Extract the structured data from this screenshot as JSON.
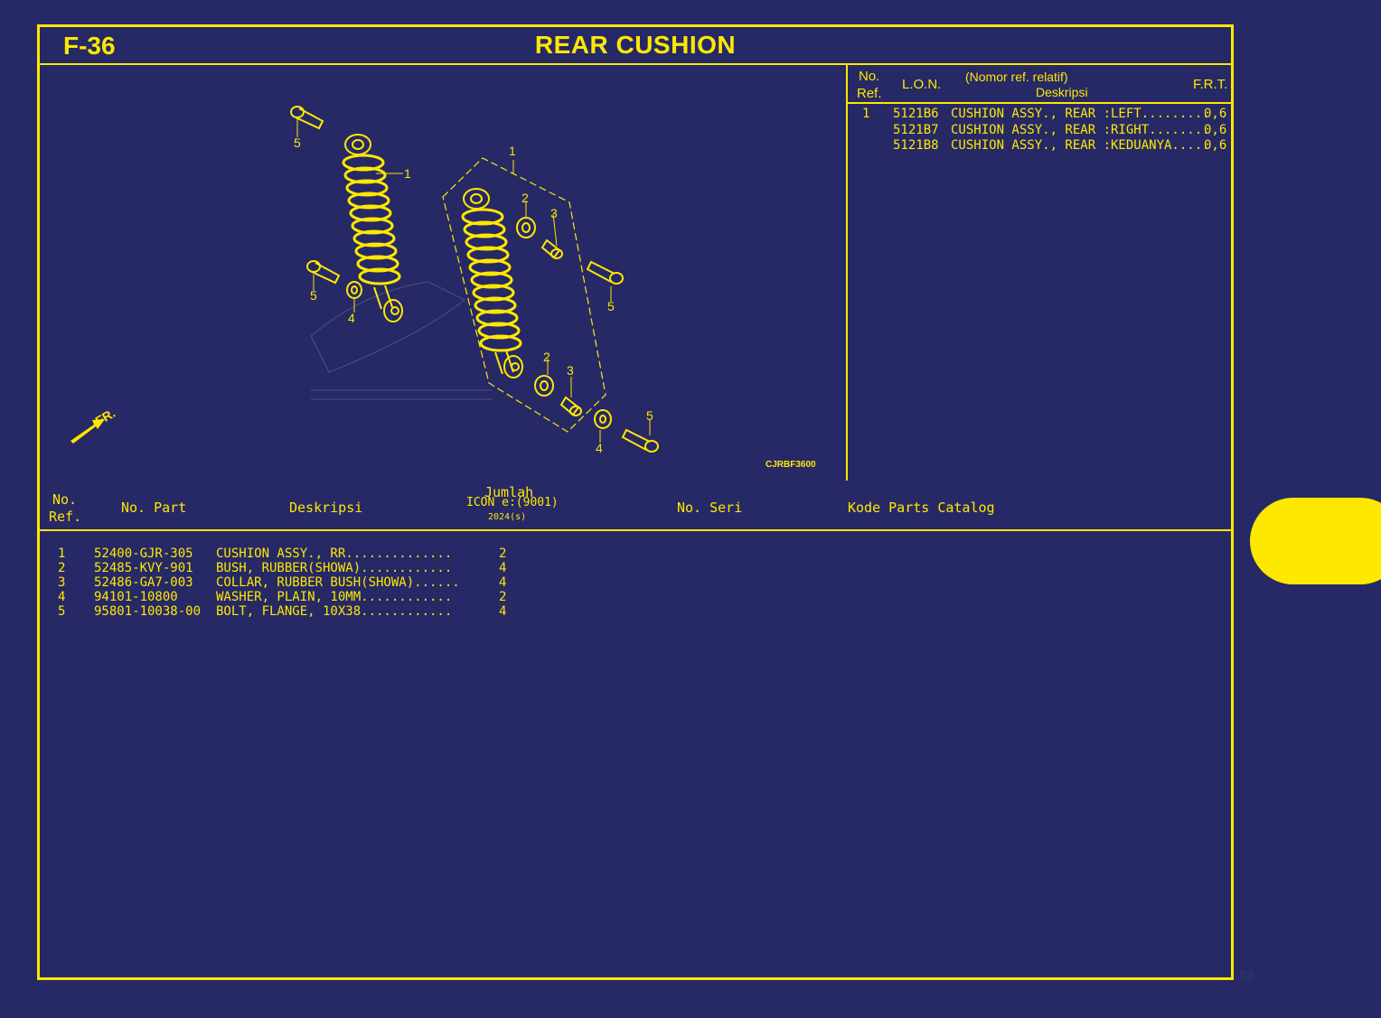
{
  "header": {
    "figure_code": "F-36",
    "title": "REAR CUSHION"
  },
  "illustration": {
    "front_label": "FR.",
    "code": "CJRBF3600",
    "callouts": {
      "c1a": "1",
      "c1b": "1",
      "c2a": "2",
      "c2b": "2",
      "c3a": "3",
      "c3b": "3",
      "c4a": "4",
      "c4b": "4",
      "c5a": "5",
      "c5b": "5",
      "c5c": "5",
      "c5d": "5"
    }
  },
  "frt_table": {
    "headers": {
      "no": "No.",
      "ref": "Ref.",
      "lon": "L.O.N.",
      "nomor": "(Nomor ref. relatif)",
      "deskripsi": "Deskripsi",
      "frt": "F.R.T."
    },
    "rows": [
      {
        "ref": "1",
        "lon": "5121B6",
        "desc": "CUSHION ASSY., REAR :LEFT.........",
        "frt": "0,6"
      },
      {
        "ref": "",
        "lon": "5121B7",
        "desc": "CUSHION ASSY., REAR :RIGHT........",
        "frt": "0,6"
      },
      {
        "ref": "",
        "lon": "5121B8",
        "desc": "CUSHION ASSY., REAR :KEDUANYA.....",
        "frt": "0,6"
      }
    ]
  },
  "parts_table": {
    "headers": {
      "no": "No.",
      "ref": "Ref.",
      "part_no": "No. Part",
      "desc": "Deskripsi",
      "qty": "Jumlah",
      "icon": "ICON e:(9001)",
      "year": "2024(s)",
      "serial": "No. Seri",
      "catalog": "Kode Parts Catalog"
    },
    "rows": [
      {
        "ref": "1",
        "part_no": "52400-GJR-305",
        "desc": "CUSHION ASSY., RR..............",
        "qty": "2"
      },
      {
        "ref": "2",
        "part_no": "52485-KVY-901",
        "desc": "BUSH, RUBBER(SHOWA)............",
        "qty": "4"
      },
      {
        "ref": "3",
        "part_no": "52486-GA7-003",
        "desc": "COLLAR, RUBBER BUSH(SHOWA)......",
        "qty": "4"
      },
      {
        "ref": "4",
        "part_no": "94101-10800",
        "desc": "WASHER, PLAIN, 10MM............",
        "qty": "2"
      },
      {
        "ref": "5",
        "part_no": "95801-10038-00",
        "desc": "BOLT, FLANGE, 10X38............",
        "qty": "4"
      }
    ]
  },
  "page_number": "53",
  "colors": {
    "background": "#262966",
    "accent": "#ffe800"
  }
}
